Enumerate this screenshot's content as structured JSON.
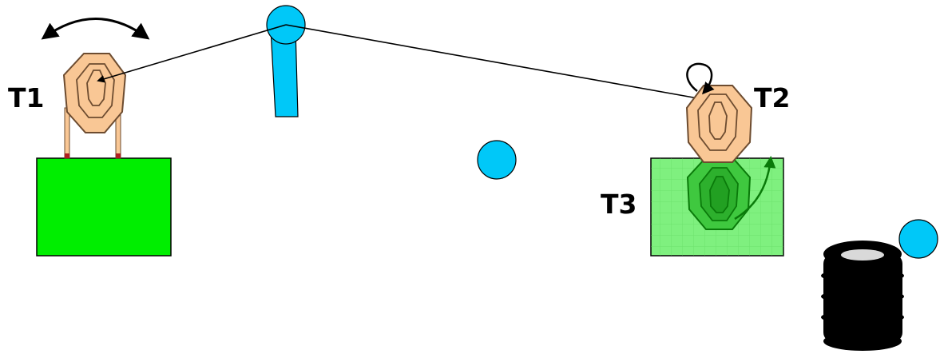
{
  "diagram": {
    "labels": {
      "t1": "T1",
      "t2": "T2",
      "t3": "T3"
    }
  },
  "colors": {
    "target_fill": "#f9c795",
    "target_stroke": "#6d4c30",
    "base_green": "#00ee00",
    "base_light_green": "#7ff07f",
    "marker_cyan": "#00c8f8",
    "barrel": "#000000"
  },
  "icons": {
    "target": "octagon-target-icon",
    "shooter": "shooter-position-icon",
    "barrel": "barrel-stack-icon",
    "swing": "swing-arrow-icon",
    "flip": "flip-arrow-icon"
  }
}
